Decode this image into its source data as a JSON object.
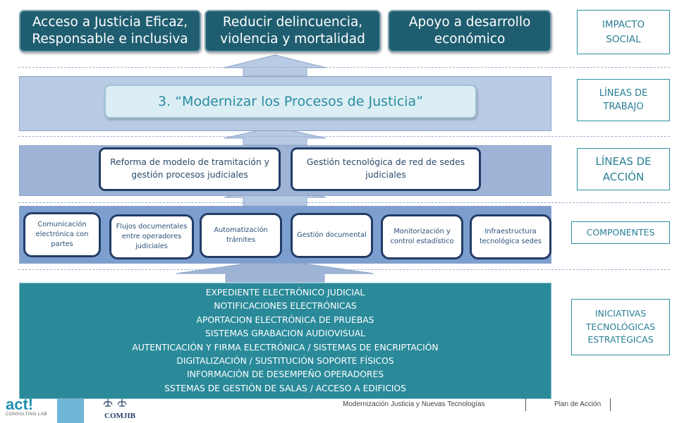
{
  "impact_boxes": [
    "Acceso a Justicia Eficaz, Responsable e inclusiva",
    "Reducir delincuencia, violencia y mortalidad",
    "Apoyo a desarrollo económico"
  ],
  "side_labels": {
    "impacto": "IMPACTO SOCIAL",
    "lineas_trabajo": "LÍNEAS DE TRABAJO",
    "lineas_accion": "LÍNEAS DE ACCIÓN",
    "componentes": "COMPONENTES",
    "iniciativas": "INICIATIVAS TECNOLÓGICAS ESTRATÉGICAS"
  },
  "linea_trabajo": "3. “Modernizar los Procesos de Justicia”",
  "lineas_accion": [
    "Reforma de modelo de tramitación y gestión procesos judiciales",
    "Gestión tecnológica de red de sedes judiciales"
  ],
  "componentes": [
    "Comunicación electrónica con partes",
    "Flujos documentales entre operadores judiciales",
    "Automatización trámites",
    "Gestión documental",
    "Monitorización y control estadístico",
    "Infraestructura tecnológica sedes"
  ],
  "iniciativas": [
    "EXPEDIENTE ELECTRÓNICO JUDICIAL",
    "NOTIFICACIONES ELECTRÓNICAS",
    "APORTACION ELECTRÓNICA  DE PRUEBAS",
    "SISTEMAS GRABACION AUDIOVISUAL",
    "AUTENTICACIÓN Y FIRMA ELECTRÓNICA / SISTEMAS DE ENCRIPTACIÓN",
    "DIGITALIZACIÓN / SUSTITUCIÓN SOPORTE FÍSICOS",
    "INFORMACIÓN DE DESEMPEÑO OPERADORES",
    "SSTEMAS DE GESTIÓN DE SALAS / ACCESO A EDIFICIOS"
  ],
  "footer": {
    "logo_act": "act!",
    "logo_act_sub": "CONSULTING LAB",
    "logo_comjib": "COMJIB",
    "center_text": "Modernización Justicia y Nuevas Tecnologías",
    "right_text": "Plan de Acción"
  },
  "colors": {
    "impact": "#1f5e70",
    "initiatives": "#2a8a9a",
    "accent_label": "#2a7f95",
    "dark_border": "#223c66"
  }
}
